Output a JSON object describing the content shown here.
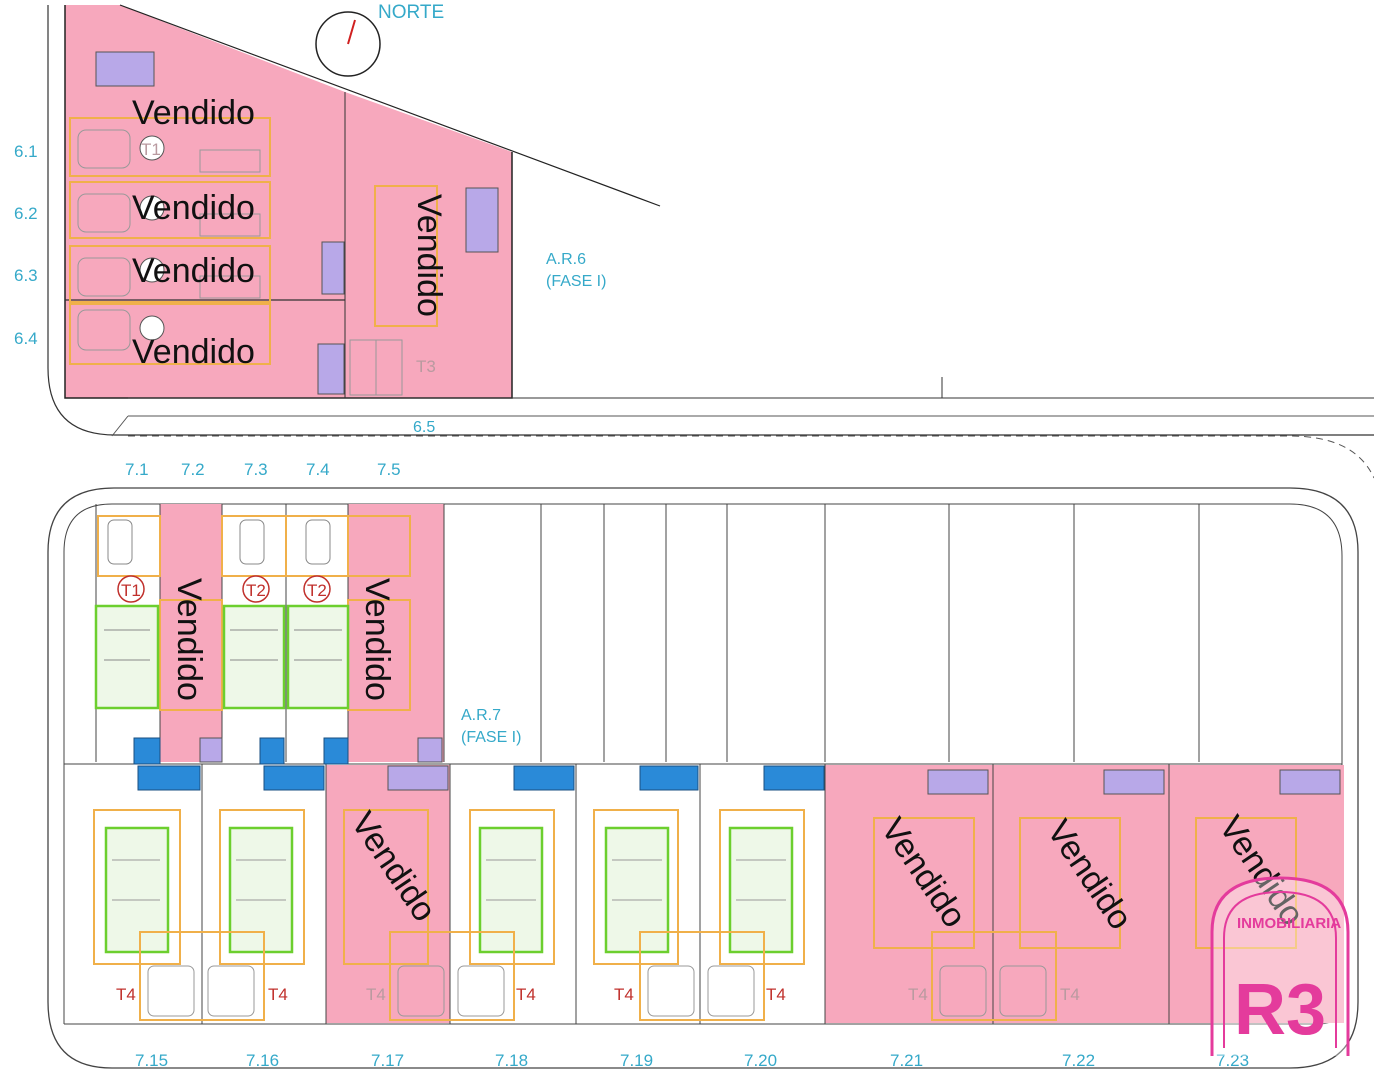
{
  "colors": {
    "sold_fill": "#f7a8bd",
    "label_cyan": "#35a9c9",
    "house_green": "#6ccf2e",
    "wall_orange": "#f0b04a",
    "pool_blue": "#2a8ad8",
    "logo_pink": "#e43b9c"
  },
  "north": {
    "label": "NORTE"
  },
  "zones": {
    "ar6_line1": "A.R.6",
    "ar6_line2": "(FASE I)",
    "ar7_line1": "A.R.7",
    "ar7_line2": "(FASE I)"
  },
  "sold_label": "Vendido",
  "row_labels": [
    "6.1",
    "6.2",
    "6.3",
    "6.4"
  ],
  "plot_labels": {
    "p65": "6.5",
    "top_row": [
      "7.1",
      "7.2",
      "7.3",
      "7.4",
      "7.5"
    ],
    "bottom_row": [
      "7.15",
      "7.16",
      "7.17",
      "7.18",
      "7.19",
      "7.20",
      "7.21",
      "7.22",
      "7.23"
    ]
  },
  "house_types": {
    "t1": "T1",
    "t2": "T2",
    "t3": "T3",
    "t4": "T4"
  },
  "logo": {
    "brand": "INMOBILIARIA",
    "mark": "R3",
    "icon": "r3-logo-icon"
  }
}
